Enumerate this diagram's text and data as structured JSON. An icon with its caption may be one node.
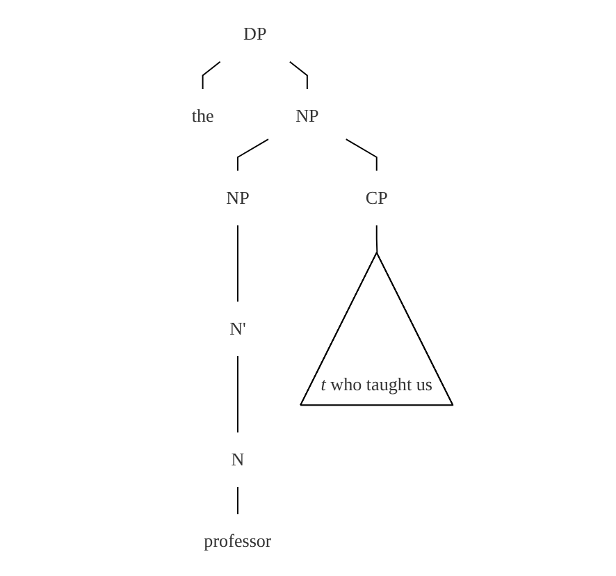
{
  "diagram": {
    "nodes": [
      {
        "text": [
          "DP"
        ]
      },
      {
        "text": [
          "the"
        ]
      },
      {
        "text": [
          "NP"
        ]
      },
      {
        "text": [
          "NP"
        ]
      },
      {
        "text": [
          "CP"
        ]
      },
      {
        "text": [
          "N'"
        ]
      },
      {
        "text": [
          "N"
        ]
      },
      {
        "text": [
          "professor"
        ]
      },
      {
        "text": [
          "*t* who taught us"
        ]
      }
    ],
    "edges": [
      {
        "from": 0,
        "to": 1,
        "arrow": "none"
      },
      {
        "from": 0,
        "to": 2,
        "arrow": "none"
      },
      {
        "from": 2,
        "to": 3,
        "arrow": "none"
      },
      {
        "from": 2,
        "to": 4,
        "arrow": "none"
      },
      {
        "from": 3,
        "to": 5,
        "arrow": "none"
      },
      {
        "from": 5,
        "to": 6,
        "arrow": "none"
      },
      {
        "from": 6,
        "to": 7,
        "arrow": "none"
      },
      {
        "from": 4,
        "to": 8,
        "arrow": "none"
      }
    ]
  }
}
